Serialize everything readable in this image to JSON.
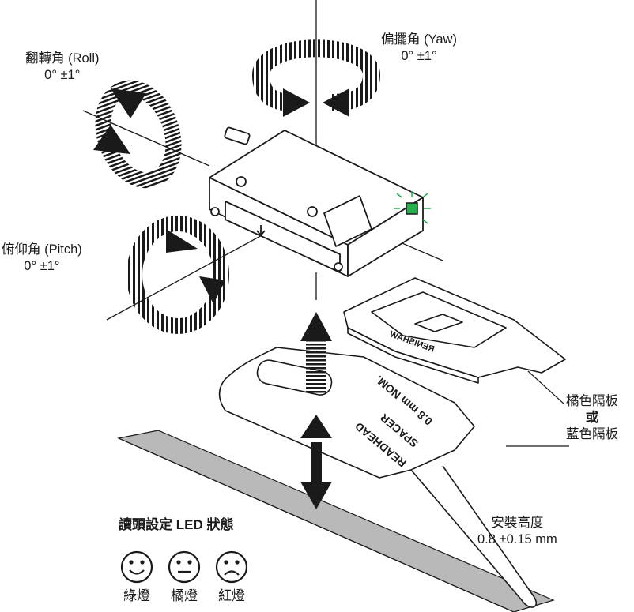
{
  "labels": {
    "roll": {
      "name": "翻轉角 (Roll)",
      "tol": "0° ±1°"
    },
    "yaw": {
      "name": "偏擺角 (Yaw)",
      "tol": "0° ±1°"
    },
    "pitch": {
      "name": "俯仰角 (Pitch)",
      "tol": "0° ±1°"
    },
    "spacer_options": {
      "orange": "橘色隔板",
      "or": "或",
      "blue": "藍色隔板"
    },
    "mount_height": {
      "name": "安裝高度",
      "value": "0.8 ±0.15 mm"
    }
  },
  "spacer_card_text": [
    "READHEAD",
    "SPACER",
    "0.8 mm NOM."
  ],
  "spacer_plate_text": "RENISHAW",
  "led_status": {
    "title": "讀頭設定 LED 狀態",
    "states": [
      {
        "icon": "happy-face-icon",
        "label": "綠燈"
      },
      {
        "icon": "neutral-face-icon",
        "label": "橘燈"
      },
      {
        "icon": "sad-face-icon",
        "label": "紅燈"
      }
    ]
  },
  "colors": {
    "led_green": "#21b24b",
    "line": "#1a1a1a",
    "scale_grey": "#b9b9b9"
  }
}
